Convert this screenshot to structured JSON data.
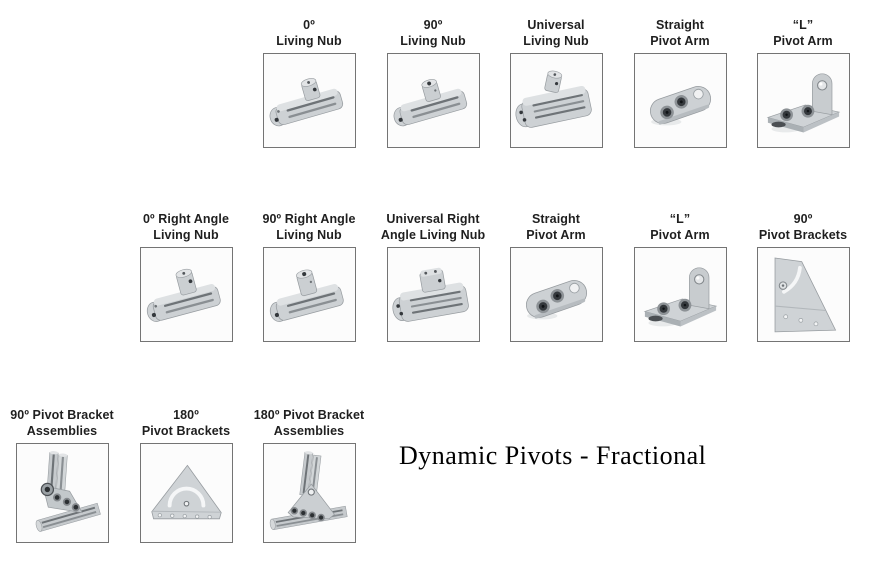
{
  "title": {
    "text": "Dynamic Pivots - Fractional"
  },
  "colors": {
    "page_background": "#ffffff",
    "label_text": "#1f1f1f",
    "title_text": "#000000",
    "box_border": "#747474",
    "box_background": "#fcfcfc",
    "part_body_gray": "#cdd1d4",
    "part_shadow_gray": "#a7acb0",
    "screw_dark": "#34383c"
  },
  "rows": [
    {
      "name": "row-1",
      "items": [
        {
          "label_lines": [
            "0º",
            "Living Nub"
          ],
          "image": "living-nub-0"
        },
        {
          "label_lines": [
            "90º",
            "Living Nub"
          ],
          "image": "living-nub-90"
        },
        {
          "label_lines": [
            "Universal",
            "Living Nub"
          ],
          "image": "universal-living-nub"
        },
        {
          "label_lines": [
            "Straight",
            "Pivot Arm"
          ],
          "image": "straight-pivot-arm"
        },
        {
          "label_lines": [
            "“L”",
            "Pivot Arm"
          ],
          "image": "l-pivot-arm"
        }
      ]
    },
    {
      "name": "row-2",
      "items": [
        {
          "label_lines": [
            "0º Right Angle",
            "Living Nub"
          ],
          "image": "right-angle-living-nub-0"
        },
        {
          "label_lines": [
            "90º Right Angle",
            "Living Nub"
          ],
          "image": "right-angle-living-nub-90"
        },
        {
          "label_lines": [
            "Universal Right",
            "Angle Living Nub"
          ],
          "image": "universal-right-angle-living-nub"
        },
        {
          "label_lines": [
            "Straight",
            "Pivot Arm"
          ],
          "image": "straight-pivot-arm"
        },
        {
          "label_lines": [
            "“L”",
            "Pivot Arm"
          ],
          "image": "l-pivot-arm"
        },
        {
          "label_lines": [
            "90º",
            "Pivot Brackets"
          ],
          "image": "pivot-bracket-90"
        }
      ]
    },
    {
      "name": "row-3",
      "items": [
        {
          "label_lines": [
            "90º Pivot Bracket",
            "Assemblies"
          ],
          "image": "pivot-bracket-assembly-90"
        },
        {
          "label_lines": [
            "180º",
            "Pivot Brackets"
          ],
          "image": "pivot-bracket-180"
        },
        {
          "label_lines": [
            "180º Pivot Bracket",
            "Assemblies"
          ],
          "image": "pivot-bracket-assembly-180"
        }
      ]
    }
  ]
}
